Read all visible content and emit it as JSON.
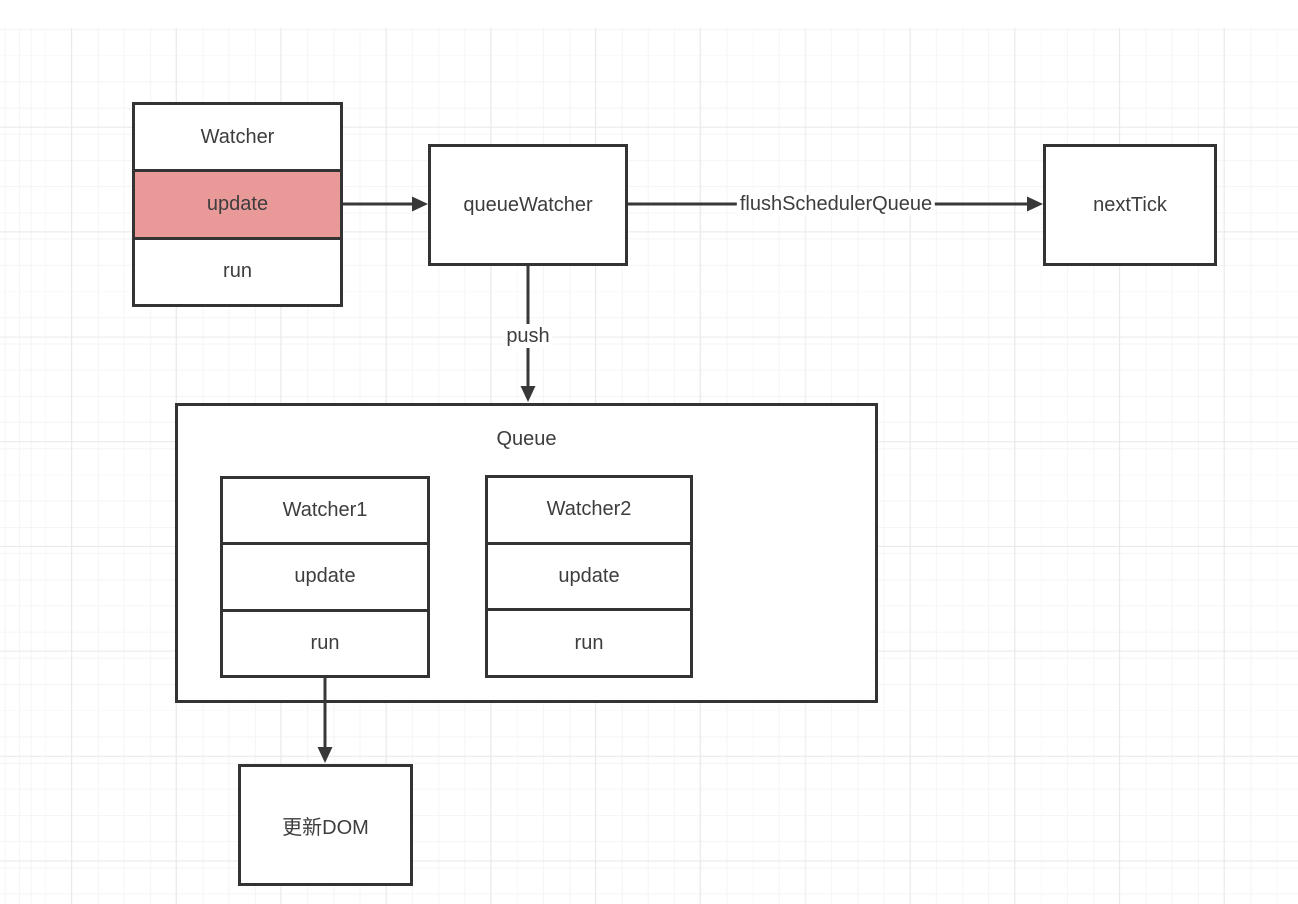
{
  "colors": {
    "stroke": "#333333",
    "accent_fill": "#ea9999",
    "grid_minor": "#f5f5f5",
    "grid_major": "#e9e9e9",
    "background": "#ffffff"
  },
  "nodes": {
    "watcher": {
      "rows": [
        "Watcher",
        "update",
        "run"
      ]
    },
    "queue_watcher": {
      "label": "queueWatcher"
    },
    "next_tick": {
      "label": "nextTick"
    },
    "queue": {
      "label": "Queue"
    },
    "watcher1": {
      "rows": [
        "Watcher1",
        "update",
        "run"
      ]
    },
    "watcher2": {
      "rows": [
        "Watcher2",
        "update",
        "run"
      ]
    },
    "update_dom": {
      "label": "更新DOM"
    }
  },
  "edges": {
    "update_to_queue_watcher": {
      "label": ""
    },
    "flush": {
      "label": "flushSchedulerQueue"
    },
    "push": {
      "label": "push"
    },
    "run_to_update_dom": {
      "label": ""
    }
  }
}
